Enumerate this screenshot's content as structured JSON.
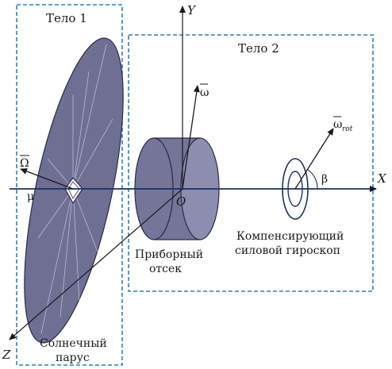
{
  "labels": {
    "body1": "Тело 1",
    "body2": "Тело 2",
    "axis_x": "X",
    "axis_y": "Y",
    "axis_z": "Z",
    "origin": "O",
    "omega": "ω",
    "omega_big": "Ω",
    "omega_rot": "ω",
    "omega_rot_sub": "rot",
    "mu": "μ",
    "beta": "β",
    "instrument_line1": "Приборный",
    "instrument_line2": "отсек",
    "gyro_line1": "Компенсирующий",
    "gyro_line2": "силовой гироскоп",
    "sail_line1": "Солнечный",
    "sail_line2": "парус"
  },
  "colors": {
    "frame_dashed": "#2f7fc0",
    "sail_fill": "#6f6f94",
    "cylinder_fill": "#75759a",
    "cylinder_top": "#8d8db0",
    "axis_line": "#1f2f5f",
    "text": "#1a1a1a"
  },
  "icons": {
    "arrowhead": "filled-triangle"
  }
}
